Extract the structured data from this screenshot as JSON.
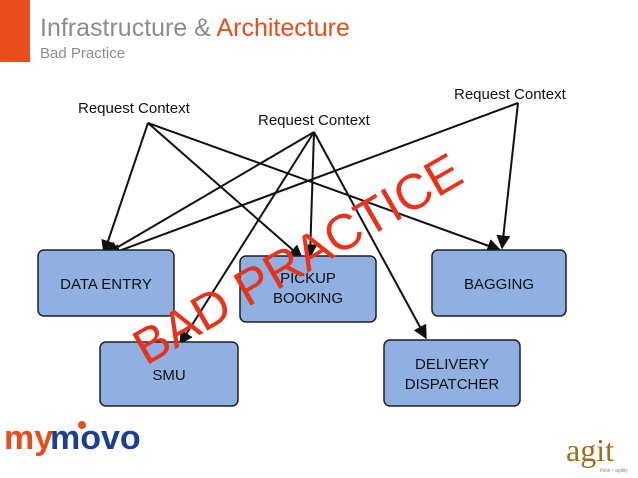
{
  "title": {
    "main": "Infrastructure & ",
    "highlight": "Architecture"
  },
  "subtitle": "Bad Practice",
  "context_labels": [
    "Request Context",
    "Request Context",
    "Request Context"
  ],
  "boxes": {
    "data_entry": [
      "DATA ENTRY"
    ],
    "pickup_booking": [
      "PICKUP",
      "BOOKING"
    ],
    "bagging": [
      "BAGGING"
    ],
    "smu": [
      "SMU"
    ],
    "delivery_dispatcher": [
      "DELIVERY",
      "DISPATCHER"
    ]
  },
  "watermark": "BAD PRACTICE",
  "logos": {
    "mymovo": {
      "part1": "my",
      "part2": "movo"
    },
    "agit": {
      "name": "agit",
      "tagline": "think • agility"
    }
  },
  "colors": {
    "accent": "#e84e1b",
    "box_fill": "#8fb0e0",
    "box_stroke": "#1f1f1f",
    "watermark": "#e8321b",
    "title_gray": "#8c8c8c",
    "movo_blue": "#1d3f8f",
    "agit_gold": "#a56a1a"
  }
}
